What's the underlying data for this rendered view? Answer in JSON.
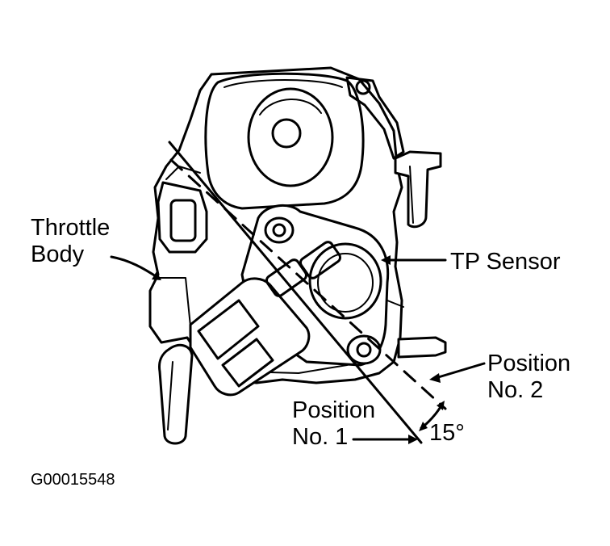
{
  "labels": {
    "throttle_body_line1": "Throttle",
    "throttle_body_line2": "Body",
    "tp_sensor": "TP Sensor",
    "position2_line1": "Position",
    "position2_line2": "No. 2",
    "position1_line1": "Position",
    "position1_line2": "No. 1",
    "angle": "15°",
    "figure_code": "G00015548"
  }
}
